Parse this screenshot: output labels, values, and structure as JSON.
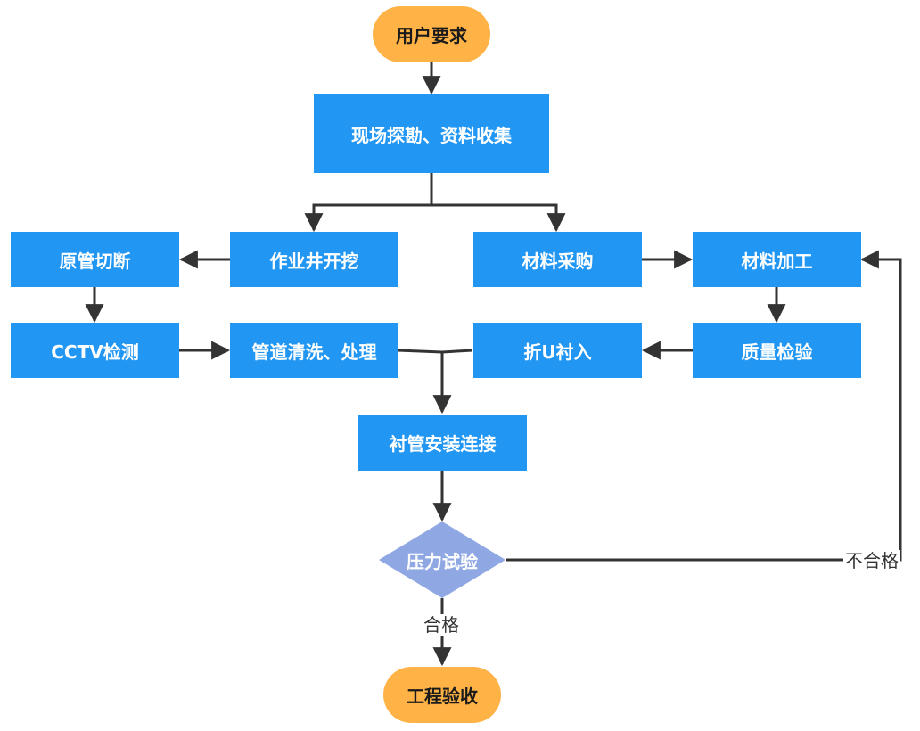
{
  "colors": {
    "process": "#2196f3",
    "terminal": "#ffb347",
    "decision": "#8fa8e3",
    "edge": "#333333"
  },
  "nodes": {
    "start": "用户要求",
    "survey": "现场探勘、资料收集",
    "pipe_cut": "原管切断",
    "well_dig": "作业井开挖",
    "material_buy": "材料采购",
    "material_process": "材料加工",
    "cctv": "CCTV检测",
    "pipe_clean": "管道清洗、处理",
    "fold_u": "折U衬入",
    "quality_check": "质量检验",
    "liner_install": "衬管安装连接",
    "pressure_test": "压力试验",
    "acceptance": "工程验收"
  },
  "edge_labels": {
    "pass": "合格",
    "fail": "不合格"
  }
}
